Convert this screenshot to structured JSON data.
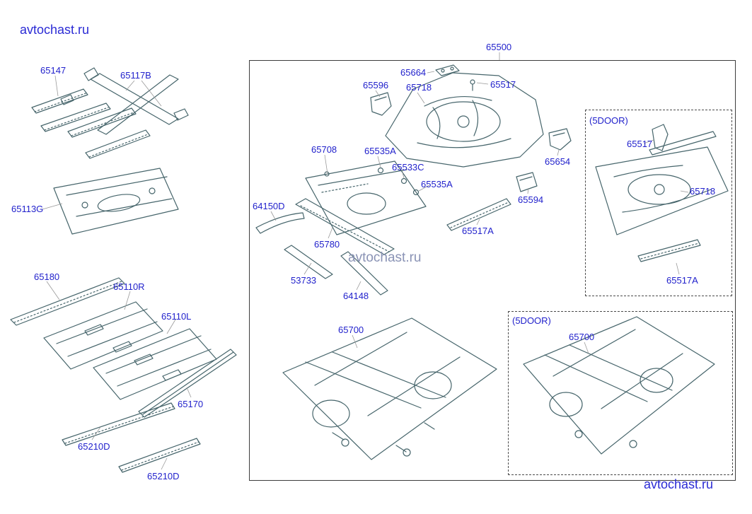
{
  "watermarks": {
    "top_left": "avtochast.ru",
    "center": "avtochast.ru",
    "bottom_right": "avtochast.ru"
  },
  "notes": {
    "five_door_top": "(5DOOR)",
    "five_door_bottom": "(5DOOR)"
  },
  "colors": {
    "part_label": "#2222cc",
    "line_art": "#46656b",
    "watermark": "#2b2bd5",
    "watermark_center": "#8a93b5",
    "leader_line": "#999999",
    "box_border": "#3c3c3c"
  },
  "parts": [
    {
      "text": "65147"
    },
    {
      "text": "65117B"
    },
    {
      "text": "65113G"
    },
    {
      "text": "65180"
    },
    {
      "text": "65110R"
    },
    {
      "text": "65110L"
    },
    {
      "text": "65170"
    },
    {
      "text": "65210D"
    },
    {
      "text": "65210D"
    },
    {
      "text": "65500"
    },
    {
      "text": "65664"
    },
    {
      "text": "65517"
    },
    {
      "text": "65596"
    },
    {
      "text": "65718"
    },
    {
      "text": "65708"
    },
    {
      "text": "65535A"
    },
    {
      "text": "65533C"
    },
    {
      "text": "65535A"
    },
    {
      "text": "64150D"
    },
    {
      "text": "65780"
    },
    {
      "text": "53733"
    },
    {
      "text": "64148"
    },
    {
      "text": "65654"
    },
    {
      "text": "65594"
    },
    {
      "text": "65517A"
    },
    {
      "text": "65700"
    },
    {
      "text": "65517"
    },
    {
      "text": "65718"
    },
    {
      "text": "65517A"
    },
    {
      "text": "65700"
    }
  ]
}
